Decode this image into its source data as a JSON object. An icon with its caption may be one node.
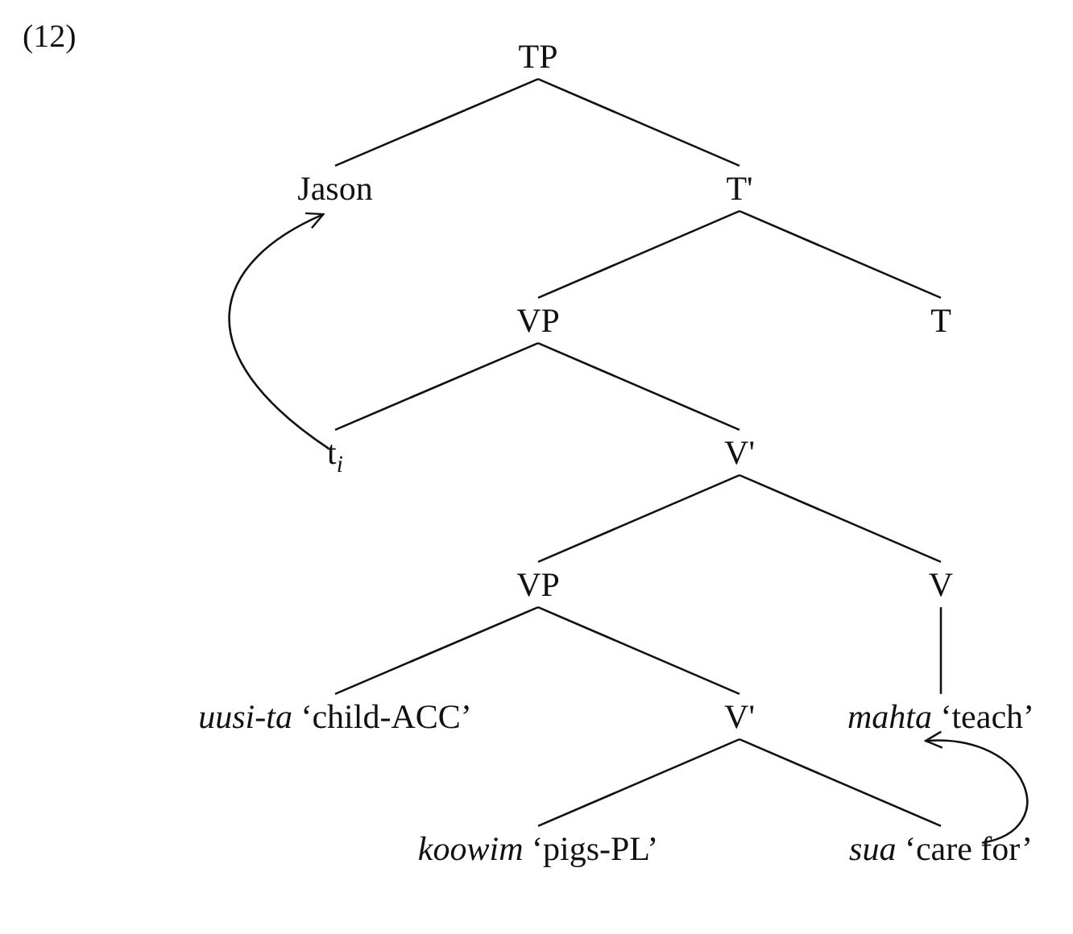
{
  "diagram": {
    "nodes": [
      {
        "text": [
          "TP"
        ]
      },
      {
        "text": [
          "Jason"
        ]
      },
      {
        "text": [
          "T'"
        ]
      },
      {
        "text": [
          "VP"
        ]
      },
      {
        "text": [
          "T"
        ]
      },
      {
        "text": [
          "t$_{i}$"
        ]
      },
      {
        "text": [
          "V'"
        ]
      },
      {
        "text": [
          "VP"
        ]
      },
      {
        "text": [
          "V"
        ]
      },
      {
        "text": [
          "*uusi-ta* ‘child-ACC’"
        ]
      },
      {
        "text": [
          "V'"
        ]
      },
      {
        "text": [
          "*mahta* ‘teach’"
        ]
      },
      {
        "text": [
          "*koowim* ‘pigs-PL’"
        ]
      },
      {
        "text": [
          "*sua* ‘care for’"
        ]
      }
    ],
    "edges": [
      {
        "from": 0,
        "to": 1,
        "arrow": "none"
      },
      {
        "from": 0,
        "to": 2,
        "arrow": "none"
      },
      {
        "from": 2,
        "to": 3,
        "arrow": "none"
      },
      {
        "from": 2,
        "to": 4,
        "arrow": "none"
      },
      {
        "from": 3,
        "to": 5,
        "arrow": "none"
      },
      {
        "from": 3,
        "to": 6,
        "arrow": "none"
      },
      {
        "from": 6,
        "to": 7,
        "arrow": "none"
      },
      {
        "from": 6,
        "to": 8,
        "arrow": "none"
      },
      {
        "from": 7,
        "to": 9,
        "arrow": "none"
      },
      {
        "from": 7,
        "to": 10,
        "arrow": "none"
      },
      {
        "from": 8,
        "to": 11,
        "arrow": "none"
      },
      {
        "from": 10,
        "to": 12,
        "arrow": "none"
      },
      {
        "from": 10,
        "to": 13,
        "arrow": "none"
      },
      {
        "from": 5,
        "to": 1,
        "arrow": "to"
      },
      {
        "from": 13,
        "to": 11,
        "arrow": "to"
      }
    ],
    "labels": [
      "(12)"
    ]
  }
}
